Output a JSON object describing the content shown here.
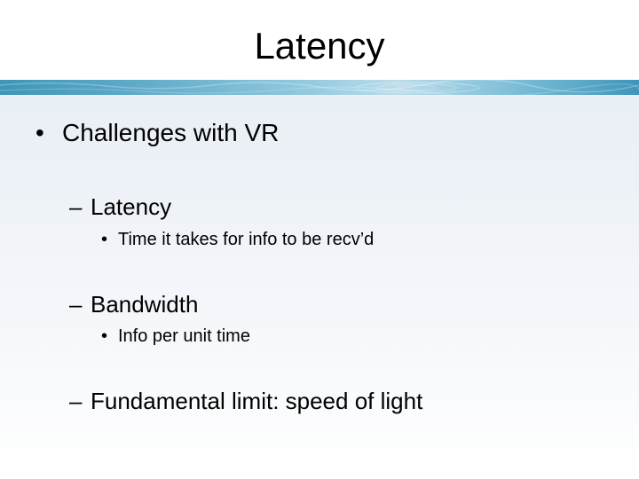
{
  "slide": {
    "title": "Latency",
    "bullet_marker": "•",
    "dash_marker": "–",
    "items": [
      {
        "text": "Challenges with VR"
      },
      {
        "text": "Latency"
      },
      {
        "text": "Time it takes for info to be recv’d"
      },
      {
        "text": "Bandwidth"
      },
      {
        "text": "Info per unit time"
      },
      {
        "text": "Fundamental limit: speed of light"
      }
    ]
  },
  "colors": {
    "banner_dark": "#3f95b6",
    "banner_light": "#b9dcea",
    "background_tint": "#e9eff6"
  }
}
